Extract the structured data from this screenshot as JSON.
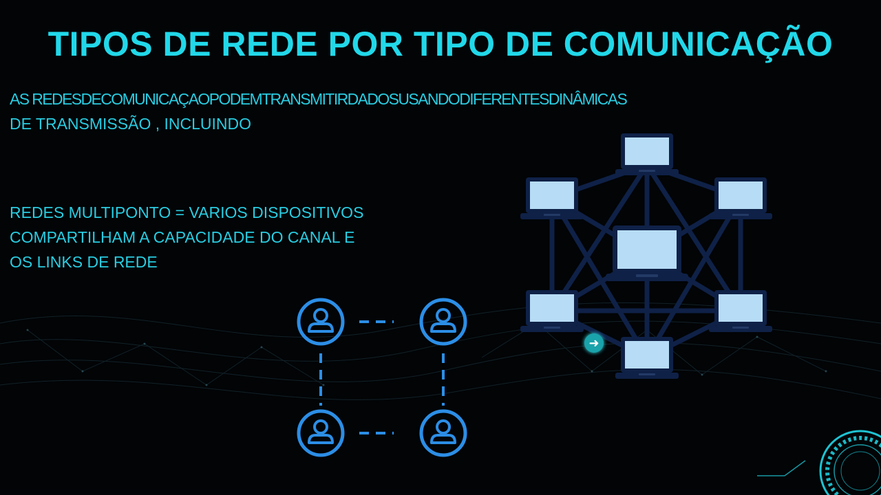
{
  "slide": {
    "title": "TIPOS DE REDE POR TIPO DE COMUNICAÇÃO",
    "intro_line1": "AS REDESDECOMUNICAÇAOPODEMTRANSMITIRDADOSUSANDODIFERENTESDINÂMICAS",
    "intro_line2": "DE TRANSMISSÃO , INCLUINDO",
    "multipoint_text": "REDES MULTIPONTO = VARIOS DISPOSITIVOS COMPARTILHAM A CAPACIDADE DO CANAL E OS LINKS DE REDE"
  },
  "colors": {
    "title": "#21d8e9",
    "body_text": "#29cde2",
    "user_icon": "#2c8ee6",
    "laptop_frame": "#0f2147",
    "laptop_screen": "#b6dcf6",
    "network_line": "#0f2147"
  },
  "icons": {
    "user": "user-circle-icon",
    "laptop": "laptop-icon",
    "cursor": "arrow-right-icon",
    "hud": "circular-hud-icon"
  }
}
